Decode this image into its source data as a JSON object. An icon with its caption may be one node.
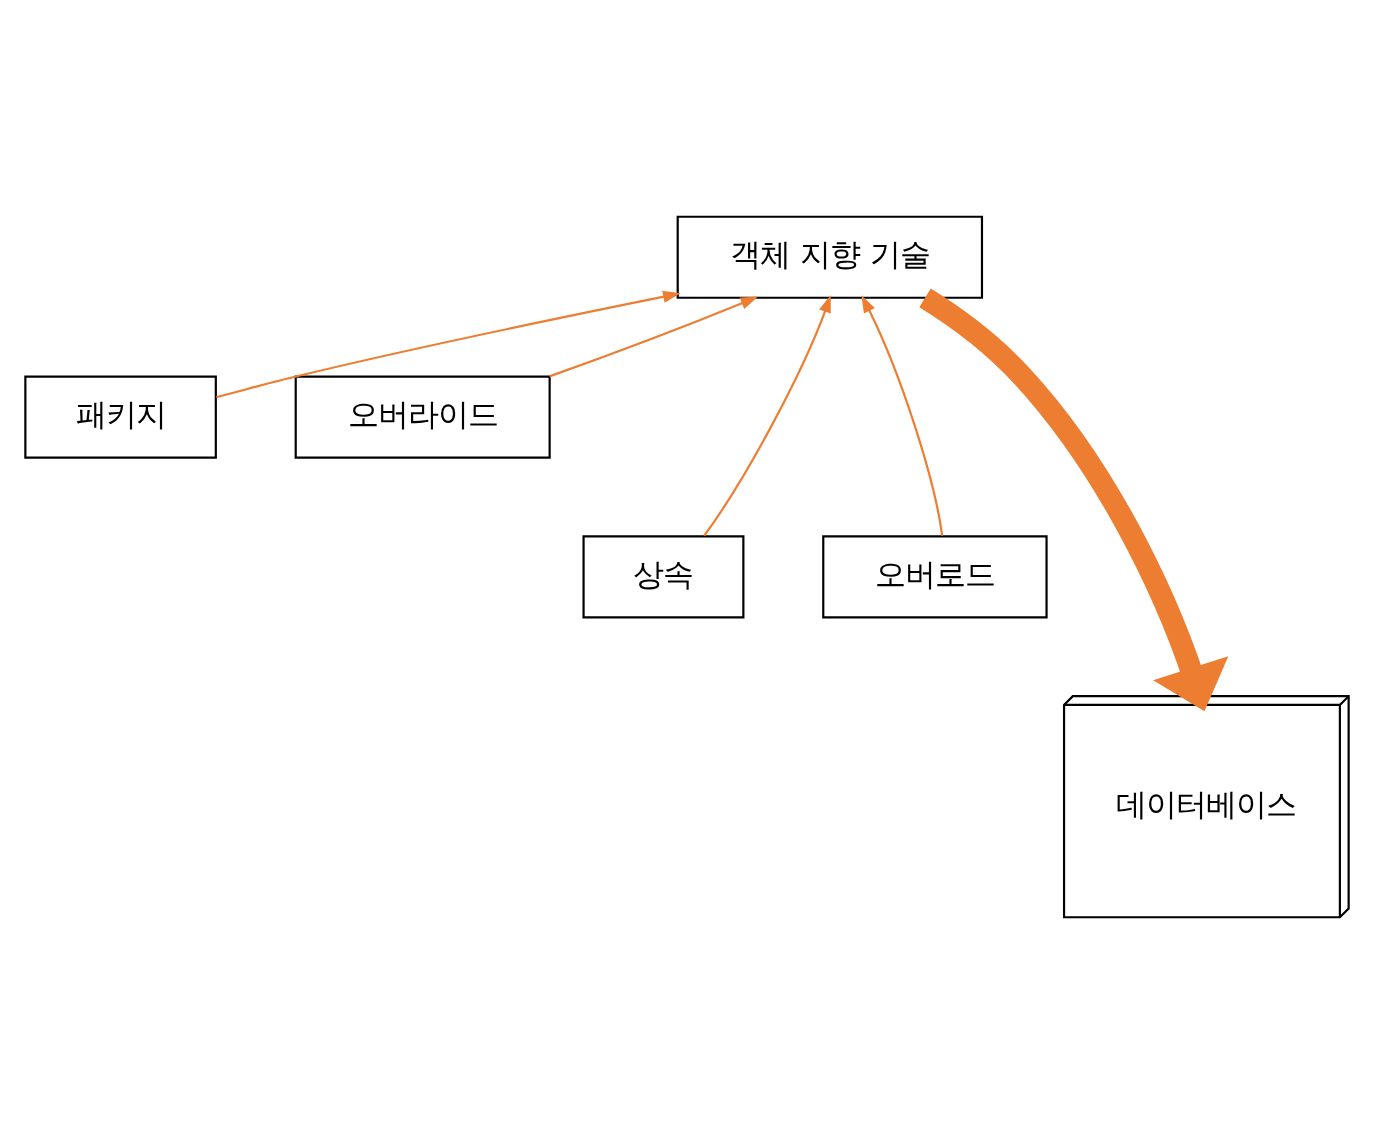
{
  "diagram": {
    "nodes": [
      {
        "text": [
          "객체 지향 기술"
        ]
      },
      {
        "text": [
          "패키지"
        ]
      },
      {
        "text": [
          "오버라이드"
        ]
      },
      {
        "text": [
          "상속"
        ]
      },
      {
        "text": [
          "오버로드"
        ]
      },
      {
        "text": [
          "데이터베이스"
        ]
      }
    ],
    "edges": [
      {
        "from": 1,
        "to": 0,
        "arrow": "to",
        "color": "#ed7d31"
      },
      {
        "from": 3,
        "to": 0,
        "arrow": "to",
        "color": "#ed7d31"
      },
      {
        "from": 4,
        "to": 0,
        "arrow": "to",
        "color": "#ed7d31"
      },
      {
        "from": 2,
        "to": 0,
        "arrow": "to",
        "color": "#ed7d31"
      },
      {
        "from": 0,
        "to": 5,
        "arrow": "to",
        "style": "thick",
        "color": "#ed7d31"
      }
    ]
  }
}
